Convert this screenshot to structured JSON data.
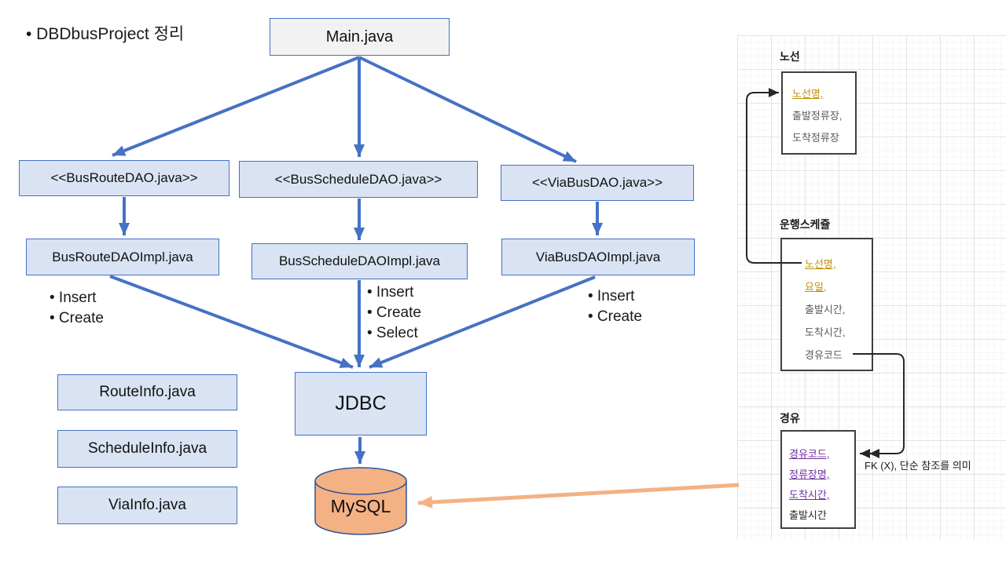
{
  "title": "• DBDbusProject 정리",
  "colors": {
    "accent_blue": "#4472c4",
    "box_fill": "#dae3f3",
    "main_box_fill": "#f2f2f2",
    "mysql_fill": "#f4b183",
    "pk_gold": "#bf8f00",
    "pk_purple": "#7030a0",
    "field_gray": "#595959",
    "connector_black": "#262626"
  },
  "boxes": {
    "main": "Main.java",
    "dao_route": "<<BusRouteDAO.java>>",
    "dao_schedule": "<<BusScheduleDAO.java>>",
    "dao_via": "<<ViaBusDAO.java>>",
    "impl_route": "BusRouteDAOImpl.java",
    "impl_schedule": "BusScheduleDAOImpl.java",
    "impl_via": "ViaBusDAOImpl.java",
    "jdbc": "JDBC",
    "mysql": "MySQL",
    "route_info": "RouteInfo.java",
    "schedule_info": "ScheduleInfo.java",
    "via_info": "ViaInfo.java"
  },
  "ops": {
    "route": [
      "• Insert",
      "• Create"
    ],
    "schedule": [
      "• Insert",
      "• Create",
      "• Select"
    ],
    "via": [
      "• Insert",
      "• Create"
    ]
  },
  "er": {
    "route": {
      "title": "노선",
      "fields": [
        {
          "text": "노선명,"
        },
        {
          "text": "출발정류장,"
        },
        {
          "text": "도착정류장"
        }
      ]
    },
    "schedule": {
      "title": "운행스케쥴",
      "fields": [
        {
          "text": "노선명,"
        },
        {
          "text": "요일,"
        },
        {
          "text": "출발시간,"
        },
        {
          "text": "도착시간,"
        },
        {
          "text": "경유코드"
        }
      ]
    },
    "via": {
      "title": "경유",
      "fields": [
        {
          "text": "경유코드,"
        },
        {
          "text": "정류장명,"
        },
        {
          "text": "도착시간,"
        },
        {
          "text": "출발시간"
        }
      ]
    }
  },
  "fk_note": "FK (X), 단순 참조를 의미"
}
